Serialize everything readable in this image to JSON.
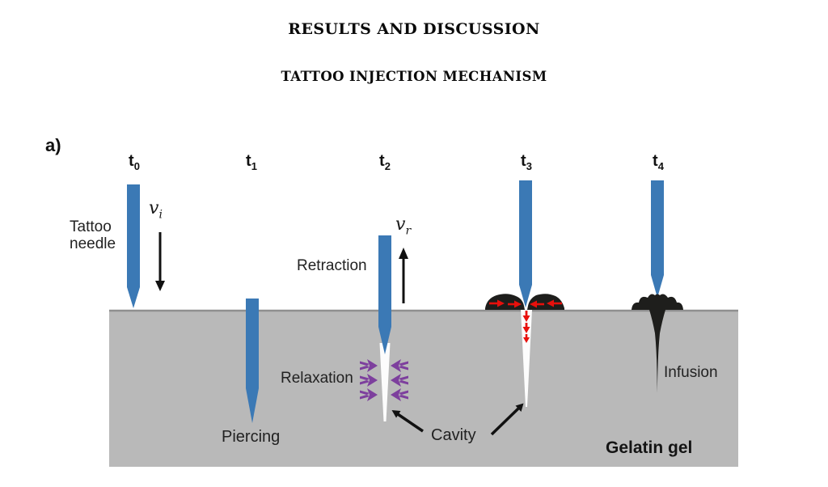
{
  "headings": {
    "section": "RESULTS AND DISCUSSION",
    "subsection": "TATTOO INJECTION MECHANISM"
  },
  "figure": {
    "panel_label": "a)",
    "timepoints": [
      {
        "base": "t",
        "sub": "0"
      },
      {
        "base": "t",
        "sub": "1"
      },
      {
        "base": "t",
        "sub": "2"
      },
      {
        "base": "t",
        "sub": "3"
      },
      {
        "base": "t",
        "sub": "4"
      }
    ],
    "velocities": {
      "insertion": {
        "base": "v",
        "sub": "i"
      },
      "retraction": {
        "base": "v",
        "sub": "r"
      }
    },
    "labels": {
      "needle_line1": "Tattoo",
      "needle_line2": "needle",
      "piercing": "Piercing",
      "retraction": "Retraction",
      "relaxation": "Relaxation",
      "cavity": "Cavity",
      "infusion": "Infusion",
      "gelatin_gel": "Gelatin gel"
    }
  },
  "colors": {
    "needle_blue": "#3b79b5",
    "gel_gray": "#b9b9b9",
    "gel_edge": "#8f8f8f",
    "cavity_white": "#fcfcfc",
    "ink_black": "#1e1e1c",
    "arrow_black": "#111111",
    "arrow_red": "#e8100c",
    "arrow_purple": "#7d3f9d"
  }
}
